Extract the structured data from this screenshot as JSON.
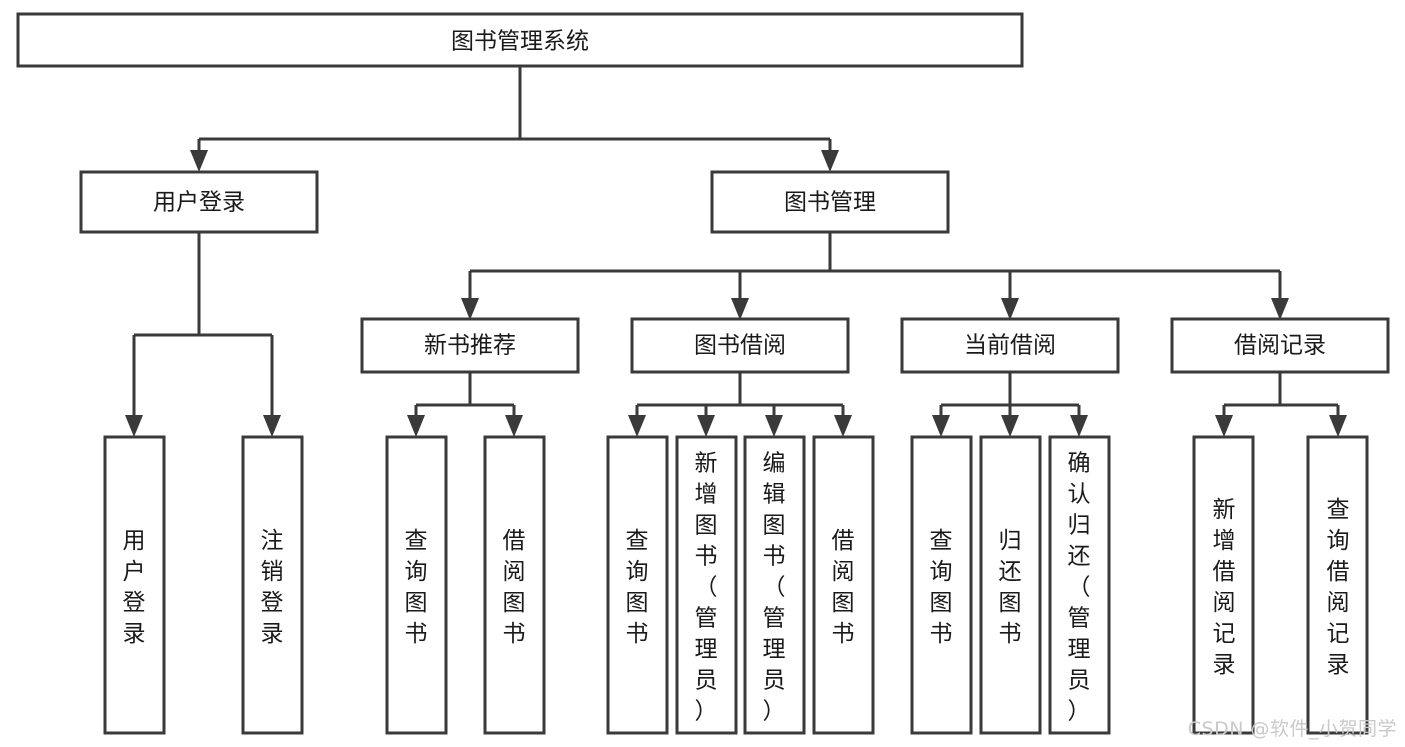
{
  "diagram": {
    "title": "图书管理系统",
    "type": "tree-hierarchy",
    "colors": {
      "stroke": "#3a3a3a",
      "fill": "#ffffff",
      "text": "#1a1a1a",
      "watermark": "#c9c9c9"
    },
    "root": {
      "label": "图书管理系统"
    },
    "level2": [
      {
        "label": "用户登录"
      },
      {
        "label": "图书管理"
      }
    ],
    "level3": [
      {
        "label": "新书推荐"
      },
      {
        "label": "图书借阅"
      },
      {
        "label": "当前借阅"
      },
      {
        "label": "借阅记录"
      }
    ],
    "leaves": {
      "user_login": [
        {
          "label": "用户登录"
        },
        {
          "label": "注销登录"
        }
      ],
      "new_book_recommend": [
        {
          "label": "查询图书"
        },
        {
          "label": "借阅图书"
        }
      ],
      "book_borrow": [
        {
          "label": "查询图书"
        },
        {
          "label": "新增图书（管理员）"
        },
        {
          "label": "编辑图书（管理员）"
        },
        {
          "label": "借阅图书"
        }
      ],
      "current_borrow": [
        {
          "label": "查询图书"
        },
        {
          "label": "归还图书"
        },
        {
          "label": "确认归还（管理员）"
        }
      ],
      "borrow_record": [
        {
          "label": "新增借阅记录"
        },
        {
          "label": "查询借阅记录"
        }
      ]
    }
  },
  "watermark": {
    "text": "CSDN @软件_小贺同学"
  }
}
